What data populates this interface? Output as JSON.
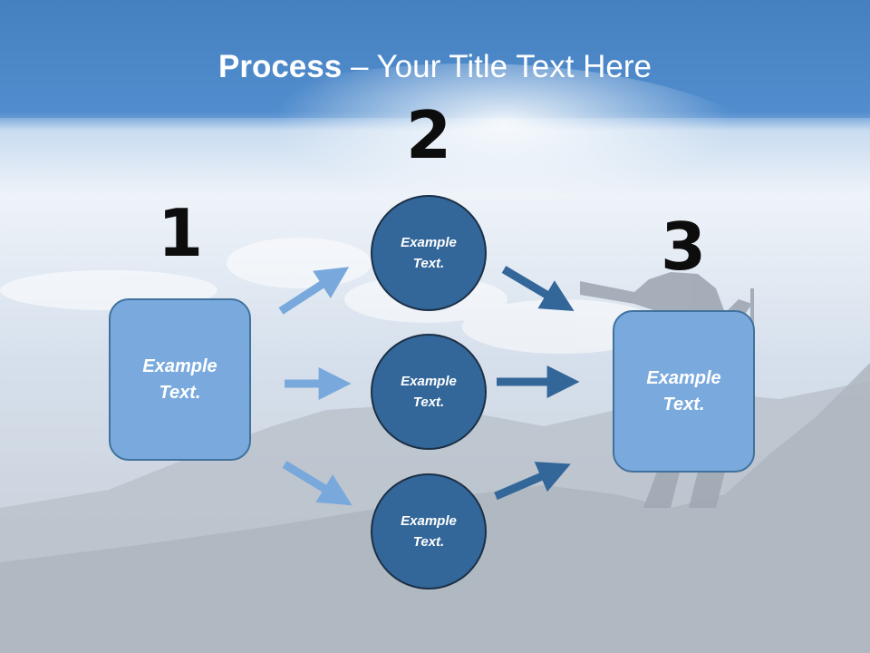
{
  "title": {
    "bold": "Process",
    "rest": " – Your Title Text Here"
  },
  "steps": [
    {
      "number": "1",
      "text": "Example\nText."
    },
    {
      "number": "2",
      "items": [
        {
          "text": "Example\nText."
        },
        {
          "text": "Example\nText."
        },
        {
          "text": "Example\nText."
        }
      ]
    },
    {
      "number": "3",
      "text": "Example\nText."
    }
  ],
  "colors": {
    "title_band": "#4a86c8",
    "box_fill": "#7aaadd",
    "box_border": "#41719c",
    "circle_fill": "#336699",
    "arrow_light": "#78a8dc",
    "arrow_dark": "#336699"
  }
}
